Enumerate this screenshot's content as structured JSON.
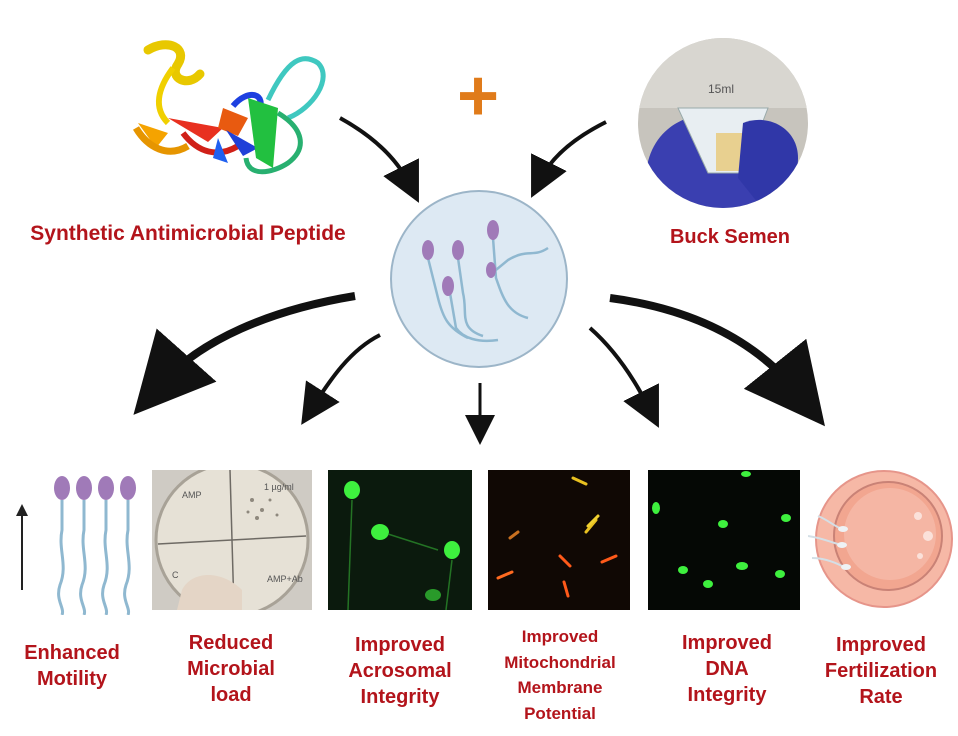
{
  "inputs": {
    "peptide_label": "Synthetic Antimicrobial Peptide",
    "semen_label": "Buck Semen",
    "plus_symbol": "+"
  },
  "outcomes": [
    {
      "lines": [
        "Enhanced",
        "Motility"
      ]
    },
    {
      "lines": [
        "Reduced",
        "Microbial",
        "load"
      ]
    },
    {
      "lines": [
        "Improved",
        "Acrosomal",
        "Integrity"
      ]
    },
    {
      "lines": [
        "Improved",
        "Mitochondrial",
        "Membrane",
        "Potential"
      ]
    },
    {
      "lines": [
        "Improved",
        "DNA",
        "Integrity"
      ]
    },
    {
      "lines": [
        "Improved",
        "Fertilization",
        "Rate"
      ]
    }
  ],
  "colors": {
    "label_red": "#b3141b",
    "plus_orange": "#e07b1a",
    "sperm_head": "#a07ab8",
    "sperm_tail": "#8fb8d0",
    "fluorescent_green": "#3ef03e",
    "mito_orange": "#ff5a1a",
    "glove_blue": "#3a3fb0",
    "oocyte_pink": "#f0a090"
  },
  "plate_marks": {
    "q1": "AMP",
    "q2": "1 µg/ml",
    "q3": "C",
    "q4": "AMP+Ab"
  }
}
